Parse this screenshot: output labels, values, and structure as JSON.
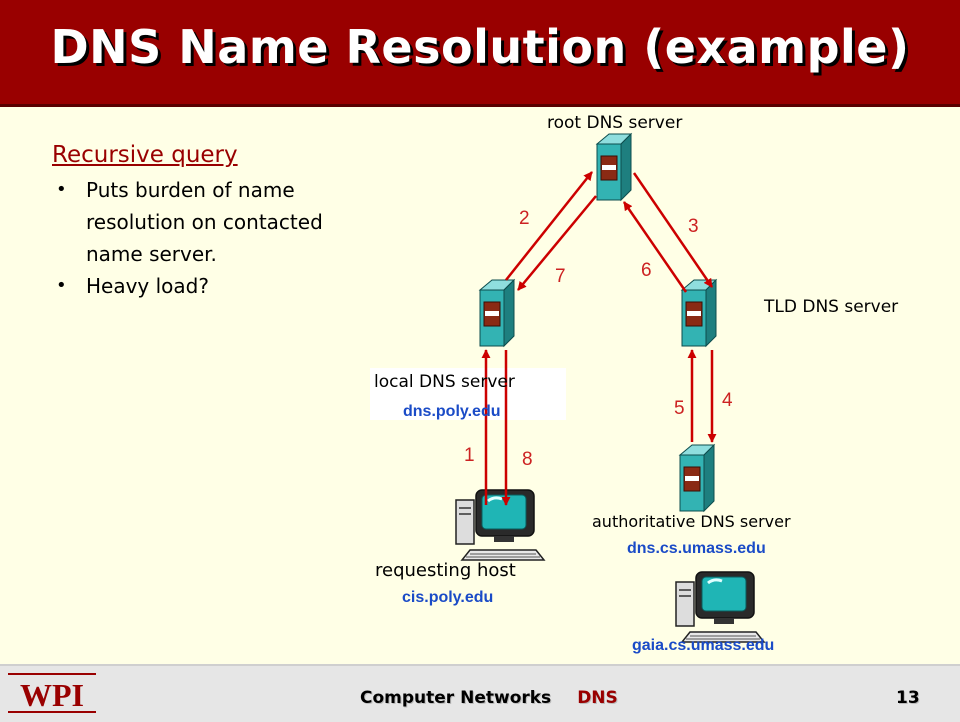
{
  "slide": {
    "title": "DNS Name Resolution (example)"
  },
  "left_text": {
    "heading": "Recursive query",
    "bullets": [
      "Puts burden of name resolution on contacted name server.",
      "Heavy load?"
    ]
  },
  "diagram": {
    "root": {
      "label": "root DNS server"
    },
    "tld": {
      "label": "TLD DNS server"
    },
    "local": {
      "label": "local DNS server",
      "host": "dns.poly.edu"
    },
    "authoritative": {
      "label": "authoritative DNS server",
      "host": "dns.cs.umass.edu"
    },
    "requesting": {
      "label": "requesting host",
      "host": "cis.poly.edu"
    },
    "gaia": {
      "host": "gaia.cs.umass.edu"
    },
    "steps": [
      "1",
      "2",
      "3",
      "4",
      "5",
      "6",
      "7",
      "8"
    ],
    "colors": {
      "arrow": "#cc0000",
      "server_face": "#33b3b3",
      "server_side": "#1e7f7f",
      "server_top": "#8fdede",
      "host_text": "#1a4bc7"
    }
  },
  "footer": {
    "course": "Computer Networks",
    "topic": "DNS",
    "page": "13",
    "logo_text": "WPI"
  }
}
